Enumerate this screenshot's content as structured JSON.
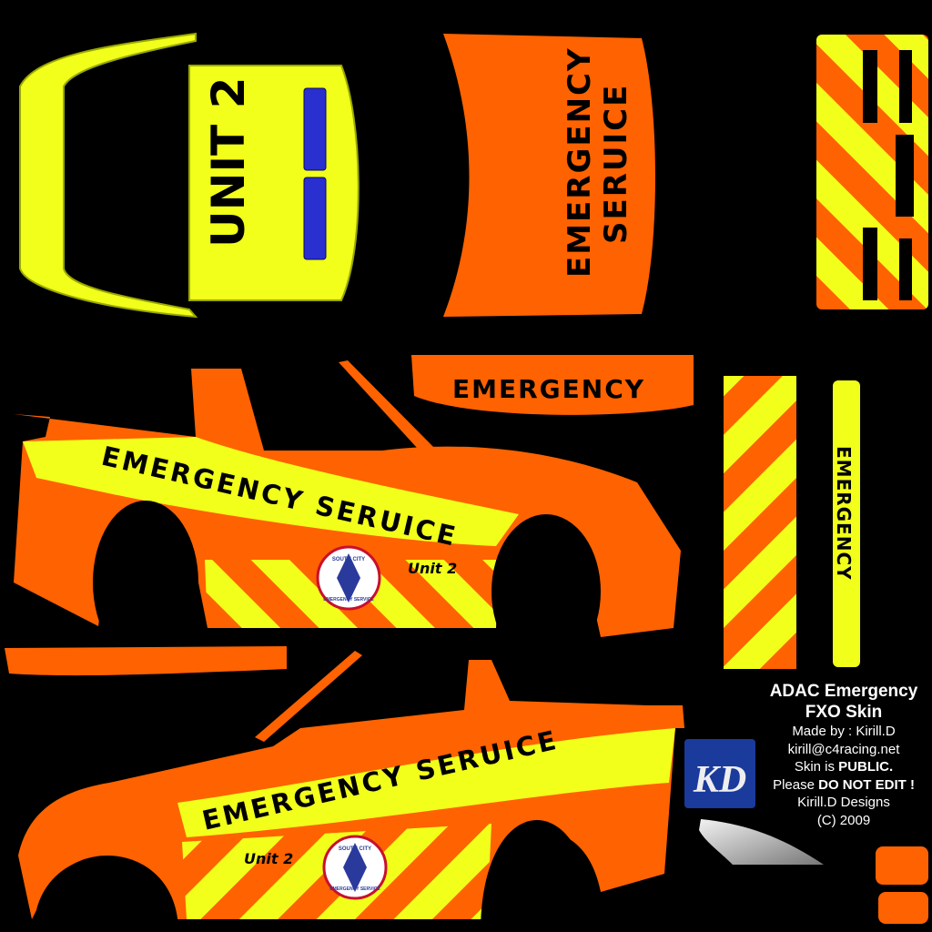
{
  "colors": {
    "orange": "#ff6200",
    "yellow": "#f2ff1a",
    "black": "#000000",
    "blue_light": "#2a2fd0",
    "logo_blue": "#1a3a9c"
  },
  "hood": {
    "label": "UNIT 2"
  },
  "trunk": {
    "line1": "EMERGENCY",
    "line2": "SERUICE"
  },
  "spoiler": {
    "label": "EMERGENCY"
  },
  "rear_strip": {
    "label": "EMERGENCY"
  },
  "side_right": {
    "stripe_text": "EMERGENCY SERUICE",
    "unit": "Unit 2",
    "badge_top": "SOUTH CITY",
    "badge_bottom": "EMERGENCY SERVICE"
  },
  "side_left": {
    "stripe_text": "EMERGENCY SERUICE",
    "unit": "Unit 2",
    "badge_top": "SOUTH CITY",
    "badge_bottom": "EMERGENCY SERVICE"
  },
  "credits": {
    "title1": "ADAC Emergency",
    "title2": "FXO Skin",
    "made_by": "Made by : Kirill.D",
    "email": "kirill@c4racing.net",
    "public_prefix": "Skin is",
    "public_value": "PUBLIC.",
    "edit_prefix": "Please",
    "edit_value": "DO NOT EDIT !",
    "company": "Kirill.D Designs",
    "copyright": "(C) 2009"
  },
  "logo": {
    "text": "KD"
  }
}
